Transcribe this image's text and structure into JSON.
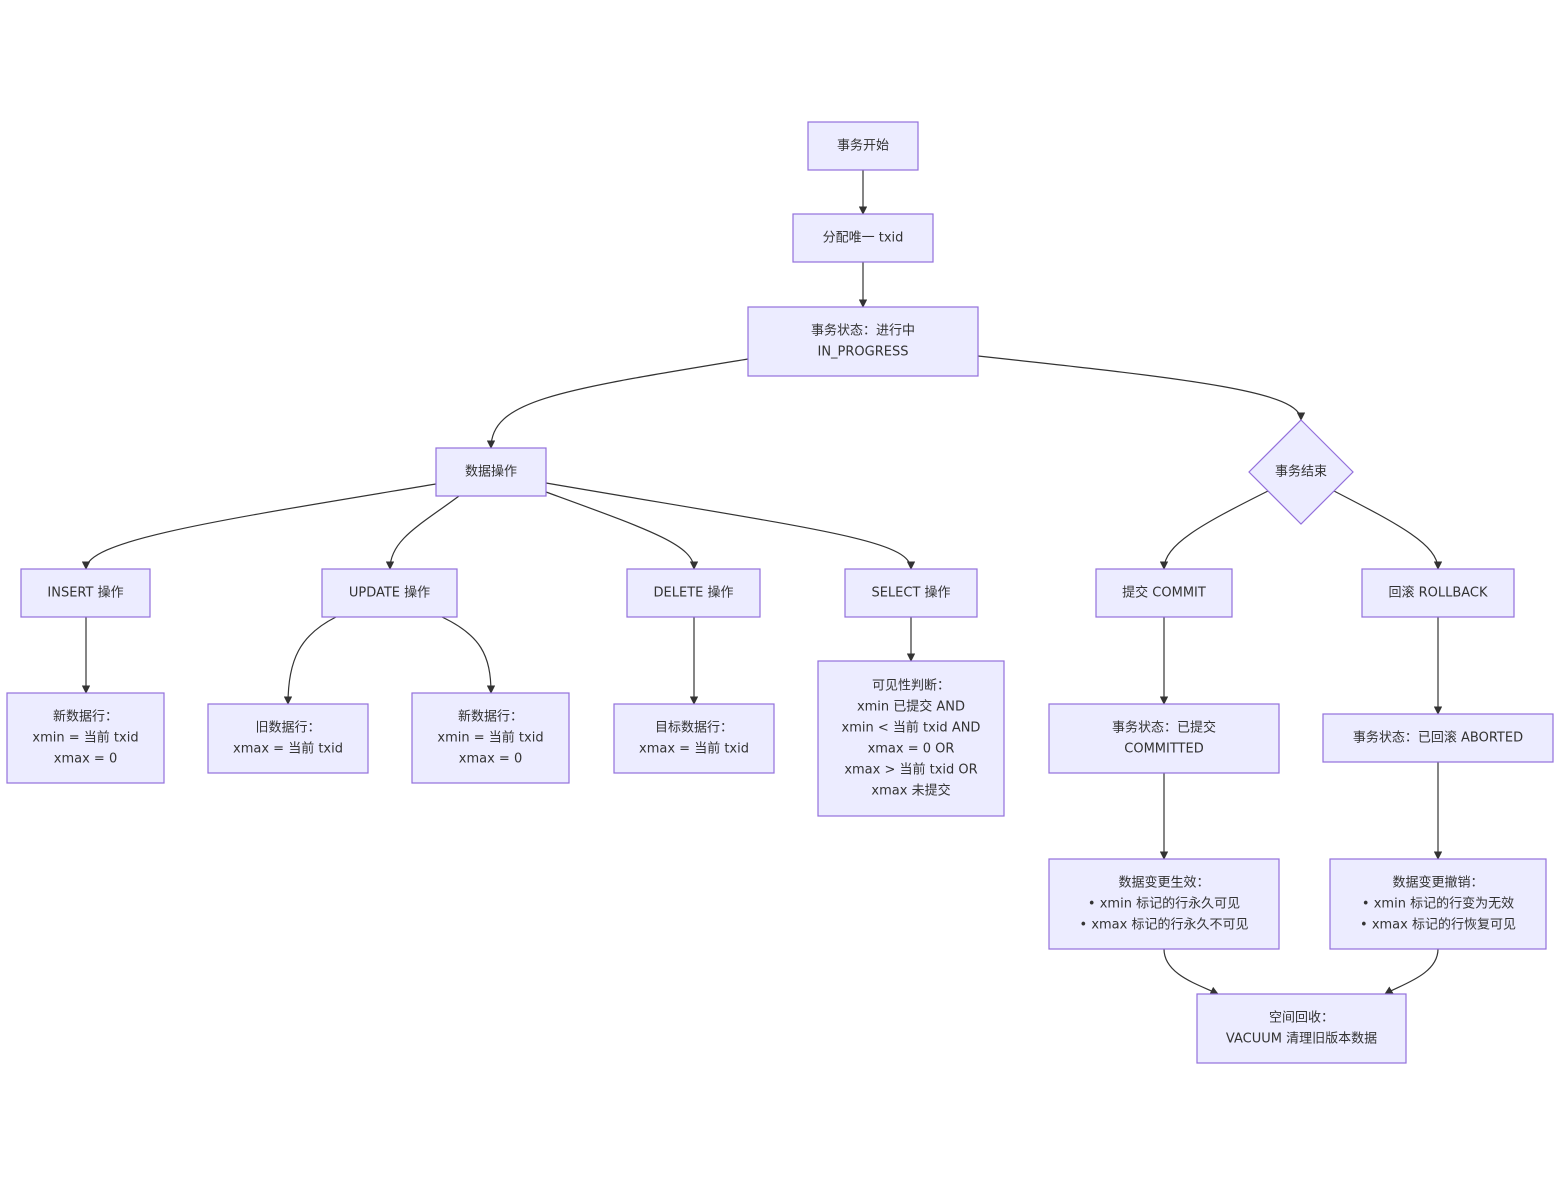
{
  "diagram": {
    "type": "flowchart",
    "colors": {
      "node_fill": "#ececff",
      "node_stroke": "#9370db",
      "edge": "#333333",
      "text": "#333333"
    },
    "nodes": {
      "start": {
        "shape": "rect",
        "lines": [
          "事务开始"
        ]
      },
      "assign_txid": {
        "shape": "rect",
        "lines": [
          "分配唯一 txid"
        ]
      },
      "in_progress": {
        "shape": "rect",
        "lines": [
          "事务状态：进行中",
          "IN_PROGRESS"
        ]
      },
      "data_ops": {
        "shape": "rect",
        "lines": [
          "数据操作"
        ]
      },
      "tx_end": {
        "shape": "diamond",
        "lines": [
          "事务结束"
        ]
      },
      "insert_op": {
        "shape": "rect",
        "lines": [
          "INSERT 操作"
        ]
      },
      "update_op": {
        "shape": "rect",
        "lines": [
          "UPDATE 操作"
        ]
      },
      "delete_op": {
        "shape": "rect",
        "lines": [
          "DELETE 操作"
        ]
      },
      "select_op": {
        "shape": "rect",
        "lines": [
          "SELECT 操作"
        ]
      },
      "commit": {
        "shape": "rect",
        "lines": [
          "提交 COMMIT"
        ]
      },
      "rollback": {
        "shape": "rect",
        "lines": [
          "回滚 ROLLBACK"
        ]
      },
      "insert_new_row": {
        "shape": "rect",
        "lines": [
          "新数据行：",
          "xmin = 当前 txid",
          "xmax = 0"
        ]
      },
      "update_old_row": {
        "shape": "rect",
        "lines": [
          "旧数据行：",
          "xmax = 当前 txid"
        ]
      },
      "update_new_row": {
        "shape": "rect",
        "lines": [
          "新数据行：",
          "xmin = 当前 txid",
          "xmax = 0"
        ]
      },
      "delete_target_row": {
        "shape": "rect",
        "lines": [
          "目标数据行：",
          "xmax = 当前 txid"
        ]
      },
      "visibility_check": {
        "shape": "rect",
        "lines": [
          "可见性判断：",
          "xmin 已提交 AND",
          "xmin < 当前 txid AND",
          "xmax = 0 OR",
          "xmax > 当前 txid OR",
          "xmax 未提交"
        ]
      },
      "committed_state": {
        "shape": "rect",
        "lines": [
          "事务状态：已提交",
          "COMMITTED"
        ]
      },
      "aborted_state": {
        "shape": "rect",
        "lines": [
          "事务状态：已回滚 ABORTED"
        ]
      },
      "changes_effective": {
        "shape": "rect",
        "lines": [
          "数据变更生效：",
          "• xmin 标记的行永久可见",
          "• xmax 标记的行永久不可见"
        ]
      },
      "changes_revoked": {
        "shape": "rect",
        "lines": [
          "数据变更撤销：",
          "• xmin 标记的行变为无效",
          "• xmax 标记的行恢复可见"
        ]
      },
      "vacuum": {
        "shape": "rect",
        "lines": [
          "空间回收：",
          "VACUUM 清理旧版本数据"
        ]
      }
    },
    "edges": [
      {
        "from": "start",
        "to": "assign_txid"
      },
      {
        "from": "assign_txid",
        "to": "in_progress"
      },
      {
        "from": "in_progress",
        "to": "data_ops"
      },
      {
        "from": "in_progress",
        "to": "tx_end"
      },
      {
        "from": "data_ops",
        "to": "insert_op"
      },
      {
        "from": "data_ops",
        "to": "update_op"
      },
      {
        "from": "data_ops",
        "to": "delete_op"
      },
      {
        "from": "data_ops",
        "to": "select_op"
      },
      {
        "from": "tx_end",
        "to": "commit"
      },
      {
        "from": "tx_end",
        "to": "rollback"
      },
      {
        "from": "insert_op",
        "to": "insert_new_row"
      },
      {
        "from": "update_op",
        "to": "update_old_row"
      },
      {
        "from": "update_op",
        "to": "update_new_row"
      },
      {
        "from": "delete_op",
        "to": "delete_target_row"
      },
      {
        "from": "select_op",
        "to": "visibility_check"
      },
      {
        "from": "commit",
        "to": "committed_state"
      },
      {
        "from": "rollback",
        "to": "aborted_state"
      },
      {
        "from": "committed_state",
        "to": "changes_effective"
      },
      {
        "from": "aborted_state",
        "to": "changes_revoked"
      },
      {
        "from": "changes_effective",
        "to": "vacuum"
      },
      {
        "from": "changes_revoked",
        "to": "vacuum"
      }
    ]
  }
}
